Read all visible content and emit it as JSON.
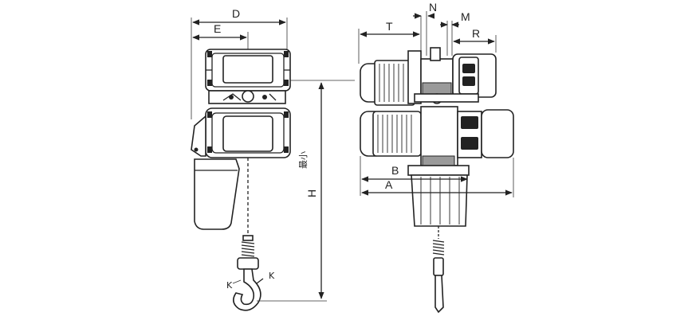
{
  "labels": {
    "D": "D",
    "E": "E",
    "H": "H",
    "min": "最小",
    "K": "K",
    "T": "T",
    "N": "N",
    "M": "M",
    "R": "R",
    "B": "B",
    "A": "A"
  }
}
